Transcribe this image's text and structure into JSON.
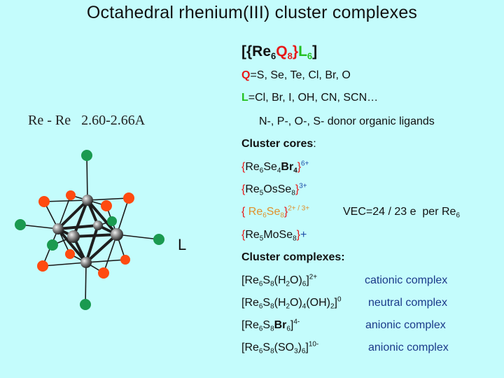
{
  "title": "Octahedral rhenium(III) cluster complexes",
  "general_formula": {
    "open": "[{",
    "re": "Re",
    "re_sub": "6",
    "q": "Q",
    "q_sub": "8",
    "close_brace": "}",
    "l": "L",
    "l_sub": "6",
    "close": "]"
  },
  "q_line": {
    "symbol": "Q",
    "text": "=S, Se, Te, Cl, Br, O"
  },
  "l_line": {
    "symbol": "L",
    "text": "=Cl, Br, I, OH, CN, SCN…"
  },
  "bond_length": {
    "text": "Re - Re   2.60-2.66A"
  },
  "donor_ligands": "N-, P-, O-, S- donor organic ligands",
  "cluster_cores": {
    "heading": "Cluster cores",
    "colon": ":",
    "items": [
      {
        "parts": [
          "Re",
          "6",
          "Se",
          "4",
          "Br",
          "4"
        ],
        "charge": "6+"
      },
      {
        "parts": [
          "Re",
          "5",
          "OsSe",
          "8"
        ],
        "charge": "3+"
      },
      {
        "parts": [
          "Re",
          "6",
          "Se",
          "8"
        ],
        "charge": "2+ / 3+"
      },
      {
        "parts": [
          "Re",
          "5",
          "MoSe",
          "8"
        ],
        "charge": "+"
      }
    ],
    "vec_note": {
      "text": "VEC=24 / 23 e  per Re",
      "sub": "6"
    }
  },
  "cluster_complexes": {
    "heading": "Cluster complexes:",
    "items": [
      {
        "formula": "[Re6S8(H2O)6]2+",
        "type": "cationic complex"
      },
      {
        "formula": "[Re6S8(H2O)4(OH)2]0",
        "type": "neutral complex"
      },
      {
        "formula": "[Re6S8Br6]4-",
        "type": "anionic complex"
      },
      {
        "formula": "[Re6S8(SO3)6]10-",
        "type": "anionic complex"
      }
    ]
  },
  "structure_label": "L",
  "colors": {
    "background": "#c4fcfc",
    "q_red": "#e81818",
    "l_green": "#22c020",
    "type_blue": "#1f4fa8",
    "re_atom": "#8a8a8a",
    "q_atom": "#ff4a10",
    "l_atom": "#1a9a50"
  }
}
